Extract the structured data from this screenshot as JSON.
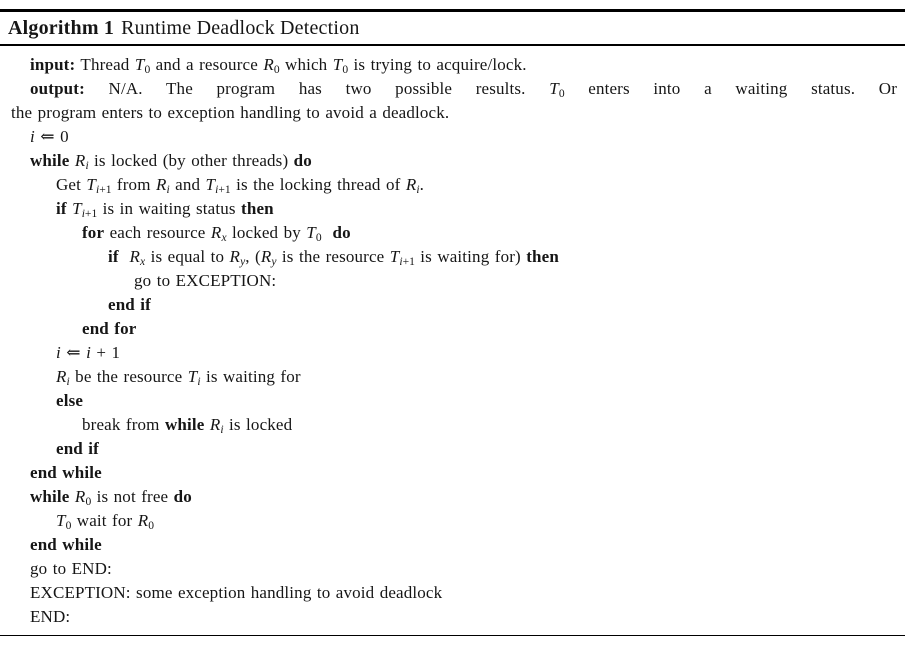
{
  "colors": {
    "background": "#ffffff",
    "text": "#161616",
    "rule": "#000000"
  },
  "header": {
    "label": "Algorithm 1",
    "title": "Runtime Deadlock Detection"
  },
  "lines": [
    {
      "type": "stmt",
      "indent": 0,
      "parts": [
        {
          "b": "input:"
        },
        {
          "t": " Thread "
        },
        {
          "m": "T",
          "sub": "0"
        },
        {
          "t": " and a resource "
        },
        {
          "m": "R",
          "sub": "0"
        },
        {
          "t": " which "
        },
        {
          "m": "T",
          "sub": "0"
        },
        {
          "t": " is trying to acquire/lock."
        }
      ]
    },
    {
      "type": "wrap-first",
      "indent": 0,
      "parts": [
        {
          "b": "output:"
        },
        {
          "t": " N/A. The program has two possible results. "
        },
        {
          "m": "T",
          "sub": "0"
        },
        {
          "t": " enters into a waiting status. Or"
        }
      ]
    },
    {
      "type": "wrap-rest",
      "parts": [
        {
          "t": "the program enters to exception handling to avoid a deadlock."
        }
      ]
    },
    {
      "type": "stmt",
      "indent": 0,
      "parts": [
        {
          "m": "i"
        },
        {
          "t": " ⇐ 0"
        }
      ]
    },
    {
      "type": "stmt",
      "indent": 0,
      "parts": [
        {
          "b": "while"
        },
        {
          "t": " "
        },
        {
          "m": "R",
          "sub": "i"
        },
        {
          "t": " is locked (by other threads) "
        },
        {
          "b": "do"
        }
      ]
    },
    {
      "type": "stmt",
      "indent": 1,
      "parts": [
        {
          "t": "Get "
        },
        {
          "m": "T",
          "sub": "i+1"
        },
        {
          "t": " from "
        },
        {
          "m": "R",
          "sub": "i"
        },
        {
          "t": " and "
        },
        {
          "m": "T",
          "sub": "i+1"
        },
        {
          "t": " is the locking thread of "
        },
        {
          "m": "R",
          "sub": "i"
        },
        {
          "t": "."
        }
      ]
    },
    {
      "type": "stmt",
      "indent": 1,
      "parts": [
        {
          "b": "if"
        },
        {
          "t": " "
        },
        {
          "m": "T",
          "sub": "i+1"
        },
        {
          "t": " is in waiting status "
        },
        {
          "b": "then"
        }
      ]
    },
    {
      "type": "stmt",
      "indent": 2,
      "parts": [
        {
          "b": "for"
        },
        {
          "t": " each resource "
        },
        {
          "m": "R",
          "sub": "x"
        },
        {
          "t": " locked by "
        },
        {
          "m": "T",
          "sub": "0"
        },
        {
          "t": "  "
        },
        {
          "b": "do"
        }
      ]
    },
    {
      "type": "stmt",
      "indent": 3,
      "parts": [
        {
          "b": "if"
        },
        {
          "t": "  "
        },
        {
          "m": "R",
          "sub": "x"
        },
        {
          "t": " is equal to "
        },
        {
          "m": "R",
          "sub": "y"
        },
        {
          "t": ", ("
        },
        {
          "m": "R",
          "sub": "y"
        },
        {
          "t": " is the resource "
        },
        {
          "m": "T",
          "sub": "i+1"
        },
        {
          "t": " is waiting for) "
        },
        {
          "b": "then"
        }
      ]
    },
    {
      "type": "stmt",
      "indent": 4,
      "parts": [
        {
          "t": "go to EXCEPTION:"
        }
      ]
    },
    {
      "type": "stmt",
      "indent": 3,
      "parts": [
        {
          "b": "end if"
        }
      ]
    },
    {
      "type": "stmt",
      "indent": 2,
      "parts": [
        {
          "b": "end for"
        }
      ]
    },
    {
      "type": "stmt",
      "indent": 1,
      "parts": [
        {
          "m": "i"
        },
        {
          "t": " ⇐ "
        },
        {
          "m": "i"
        },
        {
          "t": " + 1"
        }
      ]
    },
    {
      "type": "stmt",
      "indent": 1,
      "parts": [
        {
          "m": "R",
          "sub": "i"
        },
        {
          "t": " be the resource "
        },
        {
          "m": "T",
          "sub": "i"
        },
        {
          "t": " is waiting for"
        }
      ]
    },
    {
      "type": "stmt",
      "indent": 1,
      "parts": [
        {
          "b": "else"
        }
      ]
    },
    {
      "type": "stmt",
      "indent": 2,
      "parts": [
        {
          "t": "break from "
        },
        {
          "b": "while"
        },
        {
          "t": " "
        },
        {
          "m": "R",
          "sub": "i"
        },
        {
          "t": " is locked"
        }
      ]
    },
    {
      "type": "stmt",
      "indent": 1,
      "parts": [
        {
          "b": "end if"
        }
      ]
    },
    {
      "type": "stmt",
      "indent": 0,
      "parts": [
        {
          "b": "end while"
        }
      ]
    },
    {
      "type": "stmt",
      "indent": 0,
      "parts": [
        {
          "b": "while"
        },
        {
          "t": " "
        },
        {
          "m": "R",
          "sub": "0"
        },
        {
          "t": " is not free "
        },
        {
          "b": "do"
        }
      ]
    },
    {
      "type": "stmt",
      "indent": 1,
      "parts": [
        {
          "m": "T",
          "sub": "0"
        },
        {
          "t": " wait for "
        },
        {
          "m": "R",
          "sub": "0"
        }
      ]
    },
    {
      "type": "stmt",
      "indent": 0,
      "parts": [
        {
          "b": "end while"
        }
      ]
    },
    {
      "type": "stmt",
      "indent": 0,
      "parts": [
        {
          "t": "go to END:"
        }
      ]
    },
    {
      "type": "stmt",
      "indent": 0,
      "parts": [
        {
          "t": "EXCEPTION: some exception handling to avoid deadlock"
        }
      ]
    },
    {
      "type": "stmt",
      "indent": 0,
      "parts": [
        {
          "t": "END:"
        }
      ]
    }
  ]
}
